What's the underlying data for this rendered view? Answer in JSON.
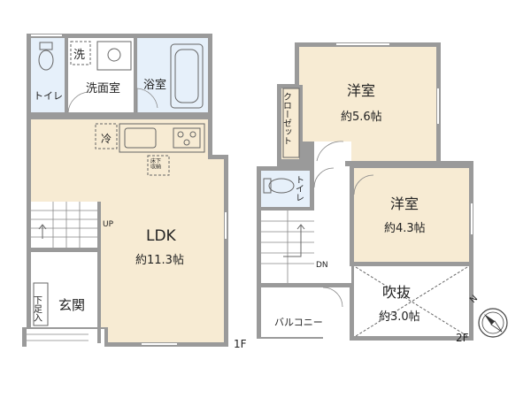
{
  "floor1": {
    "label": "1F",
    "rooms": {
      "toilet": "トイレ",
      "washer": "洗",
      "washroom": "洗面室",
      "bath": "浴室",
      "fridge": "冷",
      "storage": "床下\n収納",
      "ldk_name": "LDK",
      "ldk_size": "約11.3帖",
      "stair_up": "UP",
      "entrance": "玄関",
      "shoe_storage": "下足入"
    }
  },
  "floor2": {
    "label": "2F",
    "rooms": {
      "western1_name": "洋室",
      "western1_size": "約5.6帖",
      "closet": "クローゼット",
      "toilet": "トイレ",
      "western2_name": "洋室",
      "western2_size": "約4.3帖",
      "stair_down": "DN",
      "void_name": "吹抜",
      "void_size": "約3.0帖",
      "balcony": "バルコニー"
    }
  },
  "compass": {
    "label": "N"
  }
}
